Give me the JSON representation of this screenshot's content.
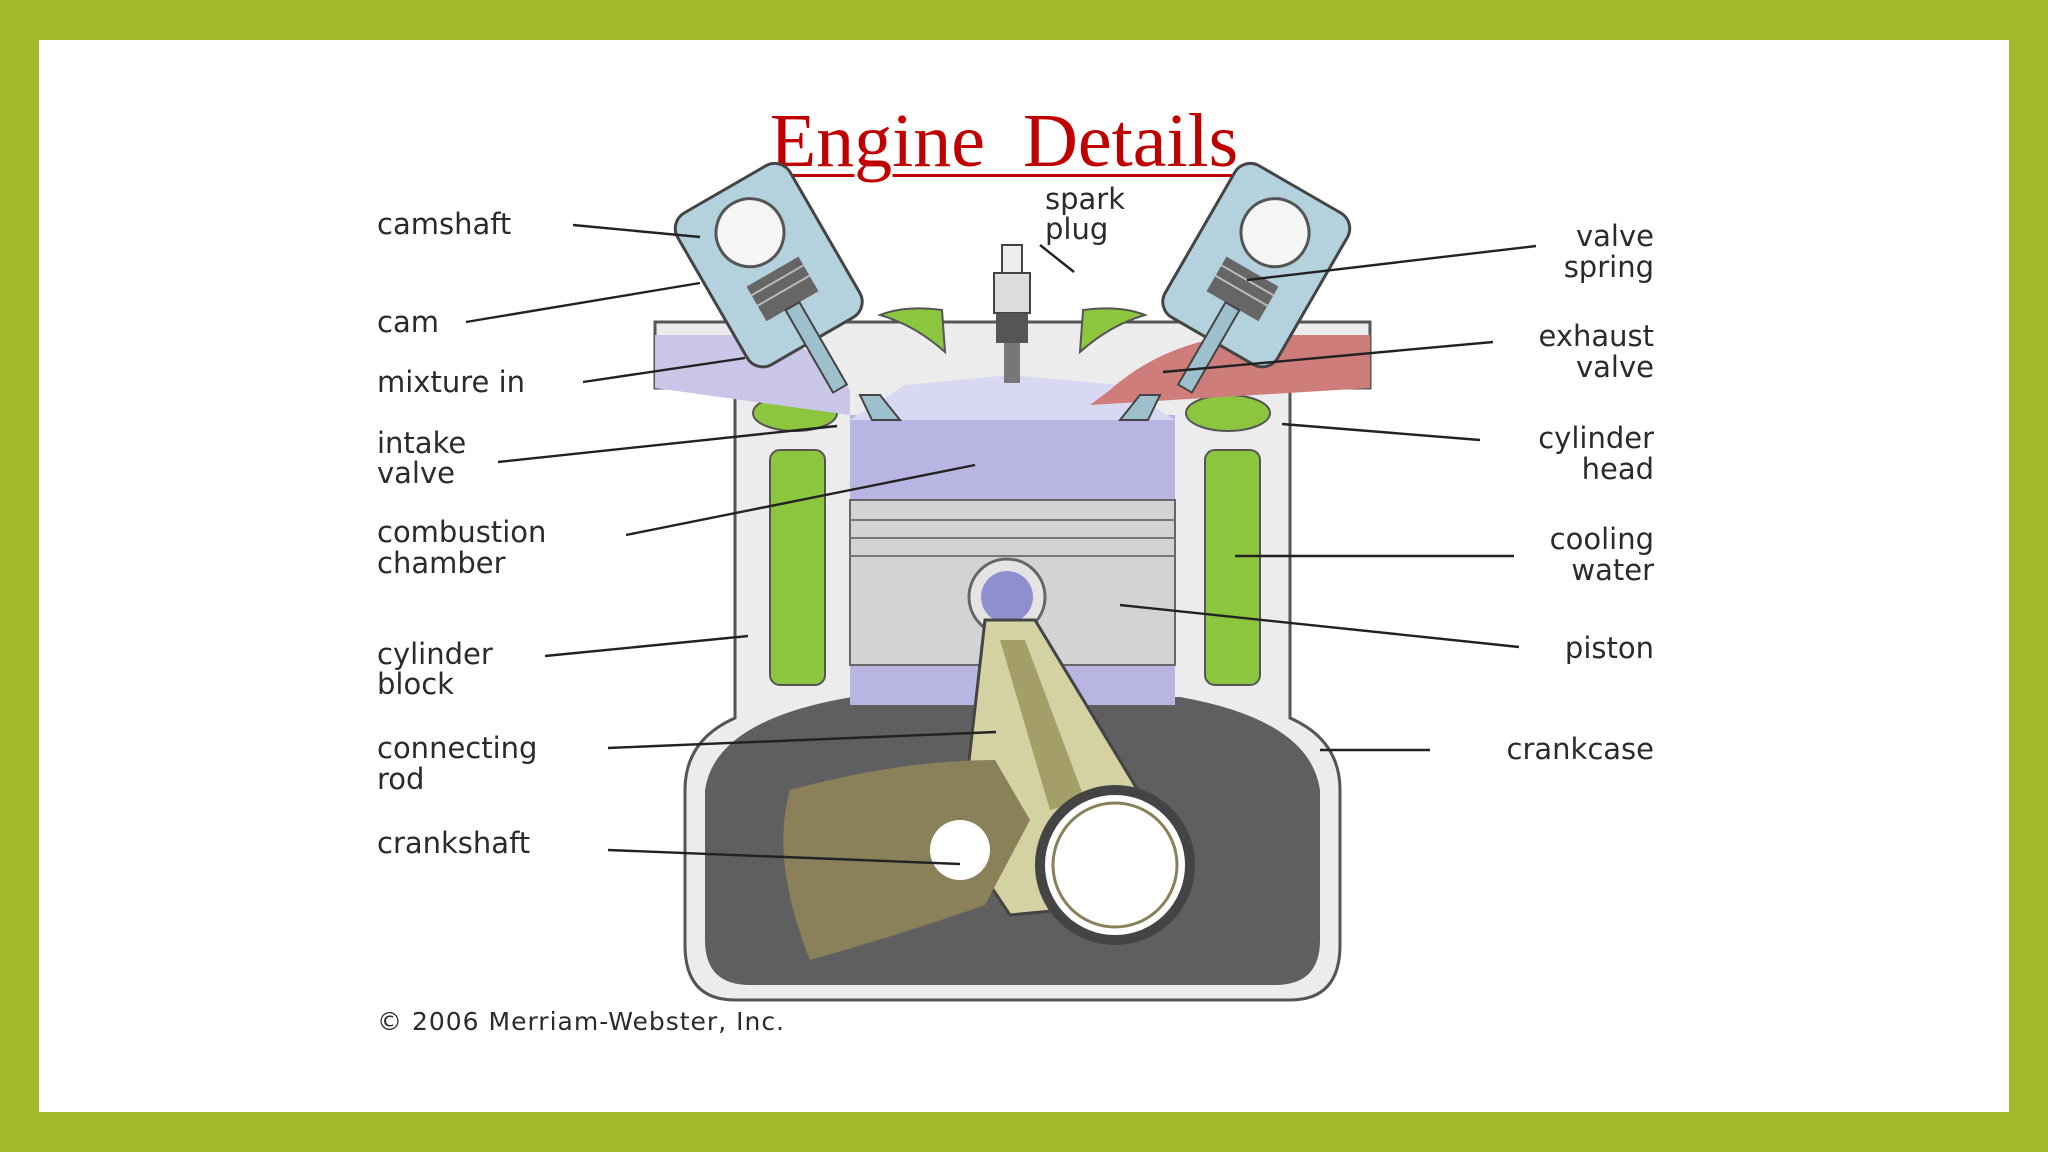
{
  "title": "Engine  Details",
  "labels": {
    "camshaft": "camshaft",
    "cam": "cam",
    "mixture_in": "mixture in",
    "intake_valve": [
      "intake",
      "valve"
    ],
    "combustion_chamber": [
      "combustion",
      "chamber"
    ],
    "cylinder_block": [
      "cylinder",
      "block"
    ],
    "connecting_rod": [
      "connecting",
      "rod"
    ],
    "crankshaft": "crankshaft",
    "spark_plug": [
      "spark",
      "plug"
    ],
    "valve_spring": [
      "valve",
      "spring"
    ],
    "exhaust_valve": [
      "exhaust",
      "valve"
    ],
    "cylinder_head": [
      "cylinder",
      "head"
    ],
    "cooling_water": [
      "cooling",
      "water"
    ],
    "piston": "piston",
    "crankcase": "crankcase"
  },
  "copyright": "© 2006 Merriam-Webster, Inc.",
  "colors": {
    "frame": "#a4b92a",
    "title": "#c00000",
    "cooling_water": "#8cc63f",
    "chamber": "#b8b5e3",
    "camshaft_housing": "#b3d2de",
    "crankcase": "#5f5f5f",
    "rod": "#d4d1a2",
    "crank_web": "#8a805a",
    "exhaust": "#cf7d7a"
  }
}
